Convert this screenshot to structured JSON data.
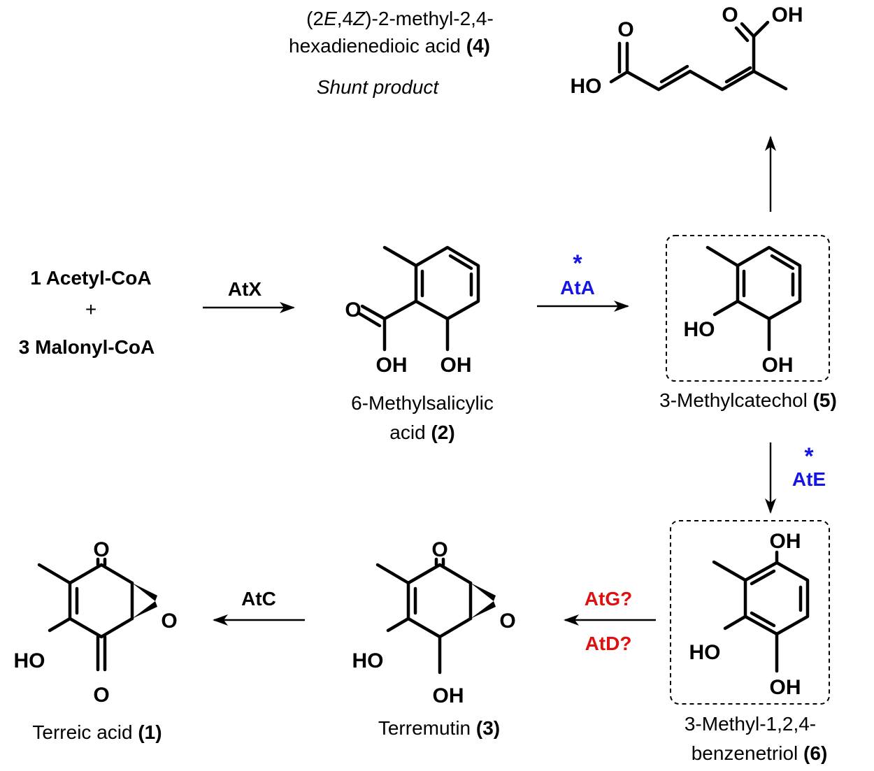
{
  "colors": {
    "ink": "#000000",
    "blue_enzyme": "#1515e6",
    "red_enzyme": "#e01010"
  },
  "starting_materials": {
    "line1": "1 Acetyl-CoA",
    "plus": "+",
    "line2": "3 Malonyl-CoA"
  },
  "compounds": {
    "c2": {
      "name_line1": "6-Methylsalicylic",
      "name_line2": "acid ",
      "number": "(2)"
    },
    "c5": {
      "name": "3-Methylcatechol ",
      "number": "(5)"
    },
    "c6": {
      "name_line1": "3-Methyl-1,2,4-",
      "name_line2": "benzenetriol ",
      "number": "(6)"
    },
    "c3": {
      "name": "Terremutin ",
      "number": "(3)"
    },
    "c1": {
      "name": "Terreic acid ",
      "number": "(1)"
    },
    "c4": {
      "name_line1_pre": "(2",
      "name_line1_E": "E",
      "name_line1_mid": ",4",
      "name_line1_Z": "Z",
      "name_line1_post": ")-2-methyl-2,4-",
      "name_line2": "hexadienedioic acid ",
      "number": "(4)",
      "note": "Shunt product"
    }
  },
  "atoms": {
    "O": "O",
    "OH": "OH",
    "HO": "HO"
  },
  "enzymes": {
    "atx": "AtX",
    "ata": "AtA",
    "ate": "AtE",
    "atg": "AtG?",
    "atd": "AtD?",
    "atc": "AtC",
    "star": "*"
  }
}
